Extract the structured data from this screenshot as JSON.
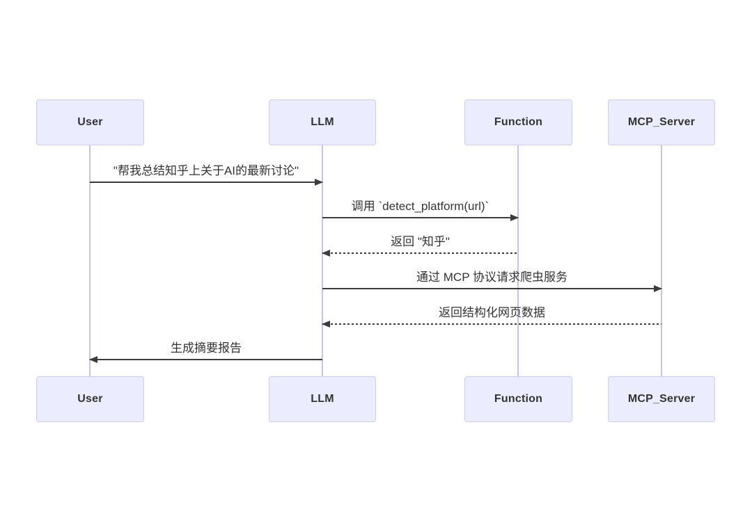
{
  "diagram": {
    "type": "sequence",
    "actors": [
      {
        "id": "user",
        "label": "User"
      },
      {
        "id": "llm",
        "label": "LLM"
      },
      {
        "id": "function",
        "label": "Function"
      },
      {
        "id": "mcp_server",
        "label": "MCP_Server"
      }
    ],
    "messages": [
      {
        "from": "User",
        "to": "LLM",
        "style": "solid",
        "direction": "right",
        "label": "\"帮我总结知乎上关于AI的最新讨论\""
      },
      {
        "from": "LLM",
        "to": "Function",
        "style": "solid",
        "direction": "right",
        "label": "调用 `detect_platform(url)`"
      },
      {
        "from": "Function",
        "to": "LLM",
        "style": "dashed",
        "direction": "left",
        "label": "返回 \"知乎\""
      },
      {
        "from": "LLM",
        "to": "MCP_Server",
        "style": "solid",
        "direction": "right",
        "label": "通过 MCP 协议请求爬虫服务"
      },
      {
        "from": "MCP_Server",
        "to": "LLM",
        "style": "dashed",
        "direction": "left",
        "label": "返回结构化网页数据"
      },
      {
        "from": "LLM",
        "to": "User",
        "style": "solid",
        "direction": "left",
        "label": "生成摘要报告"
      }
    ],
    "colors": {
      "background": "#ffffff",
      "actor_fill": "#ECECFF",
      "actor_border": "#CFCBEA",
      "lifeline": "#CDC0EC",
      "arrow": "#3b3b3b",
      "text": "#333333"
    }
  }
}
